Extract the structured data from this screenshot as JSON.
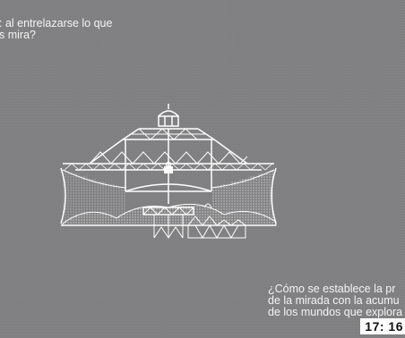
{
  "slide": {
    "caption_top": ": al entrelazarse lo que\ns mira?",
    "caption_bottom": "¿Cómo se establece la pr\nde la mirada con la acumu\nde los mundos que explora",
    "timer": "17: 16"
  },
  "illustration": {
    "icon": "carousel-pavilion-icon",
    "line_color": "#ffffff"
  }
}
